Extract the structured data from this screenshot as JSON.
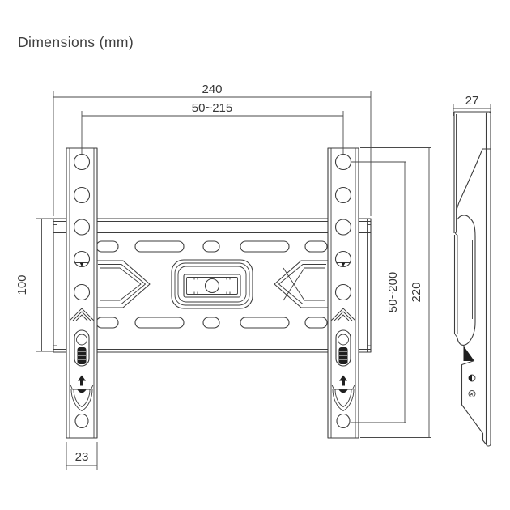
{
  "page": {
    "title": "Dimensions (mm)"
  },
  "front_view": {
    "dim_overall_width": "240",
    "dim_hole_pattern_width": "50~215",
    "dim_plate_height": "100",
    "dim_hole_pattern_height": "50~200",
    "dim_rail_height": "220",
    "dim_rail_width": "23"
  },
  "side_view": {
    "dim_depth": "27"
  },
  "colors": {
    "line": "#3d3d3d",
    "text": "#383838",
    "background": "#ffffff"
  }
}
